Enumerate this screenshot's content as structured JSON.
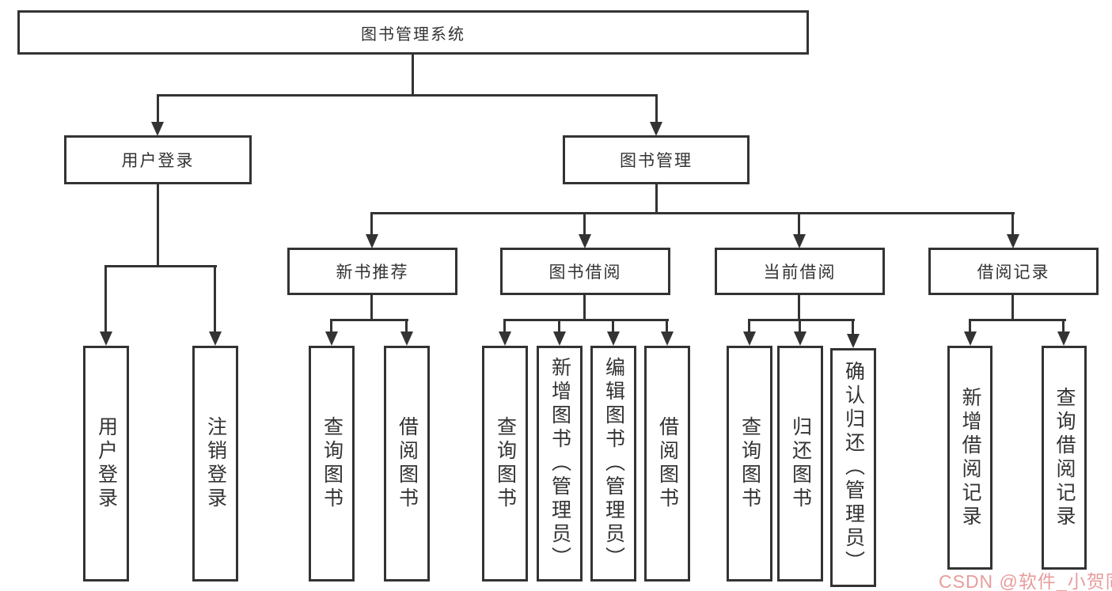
{
  "tree": {
    "root": "图书管理系统",
    "branches": [
      {
        "label": "用户登录",
        "children": [
          {
            "label": "用户登录"
          },
          {
            "label": "注销登录"
          }
        ]
      },
      {
        "label": "图书管理",
        "children": [
          {
            "label": "新书推荐",
            "children": [
              {
                "label": "查询图书"
              },
              {
                "label": "借阅图书"
              }
            ]
          },
          {
            "label": "图书借阅",
            "children": [
              {
                "label": "查询图书"
              },
              {
                "label": "新增图书（管理员）"
              },
              {
                "label": "编辑图书（管理员）"
              },
              {
                "label": "借阅图书"
              }
            ]
          },
          {
            "label": "当前借阅",
            "children": [
              {
                "label": "查询图书"
              },
              {
                "label": "归还图书"
              },
              {
                "label": "确认归还（管理员）"
              }
            ]
          },
          {
            "label": "借阅记录",
            "children": [
              {
                "label": "新增借阅记录"
              },
              {
                "label": "查询借阅记录"
              }
            ]
          }
        ]
      }
    ]
  },
  "watermark": {
    "text": "CSDN @软件_小贺同学",
    "color": "#e89c9c"
  },
  "colors": {
    "line": "#333333",
    "box_border": "#333333",
    "box_fill": "#ffffff",
    "text": "#333333",
    "background": "#ffffff"
  }
}
